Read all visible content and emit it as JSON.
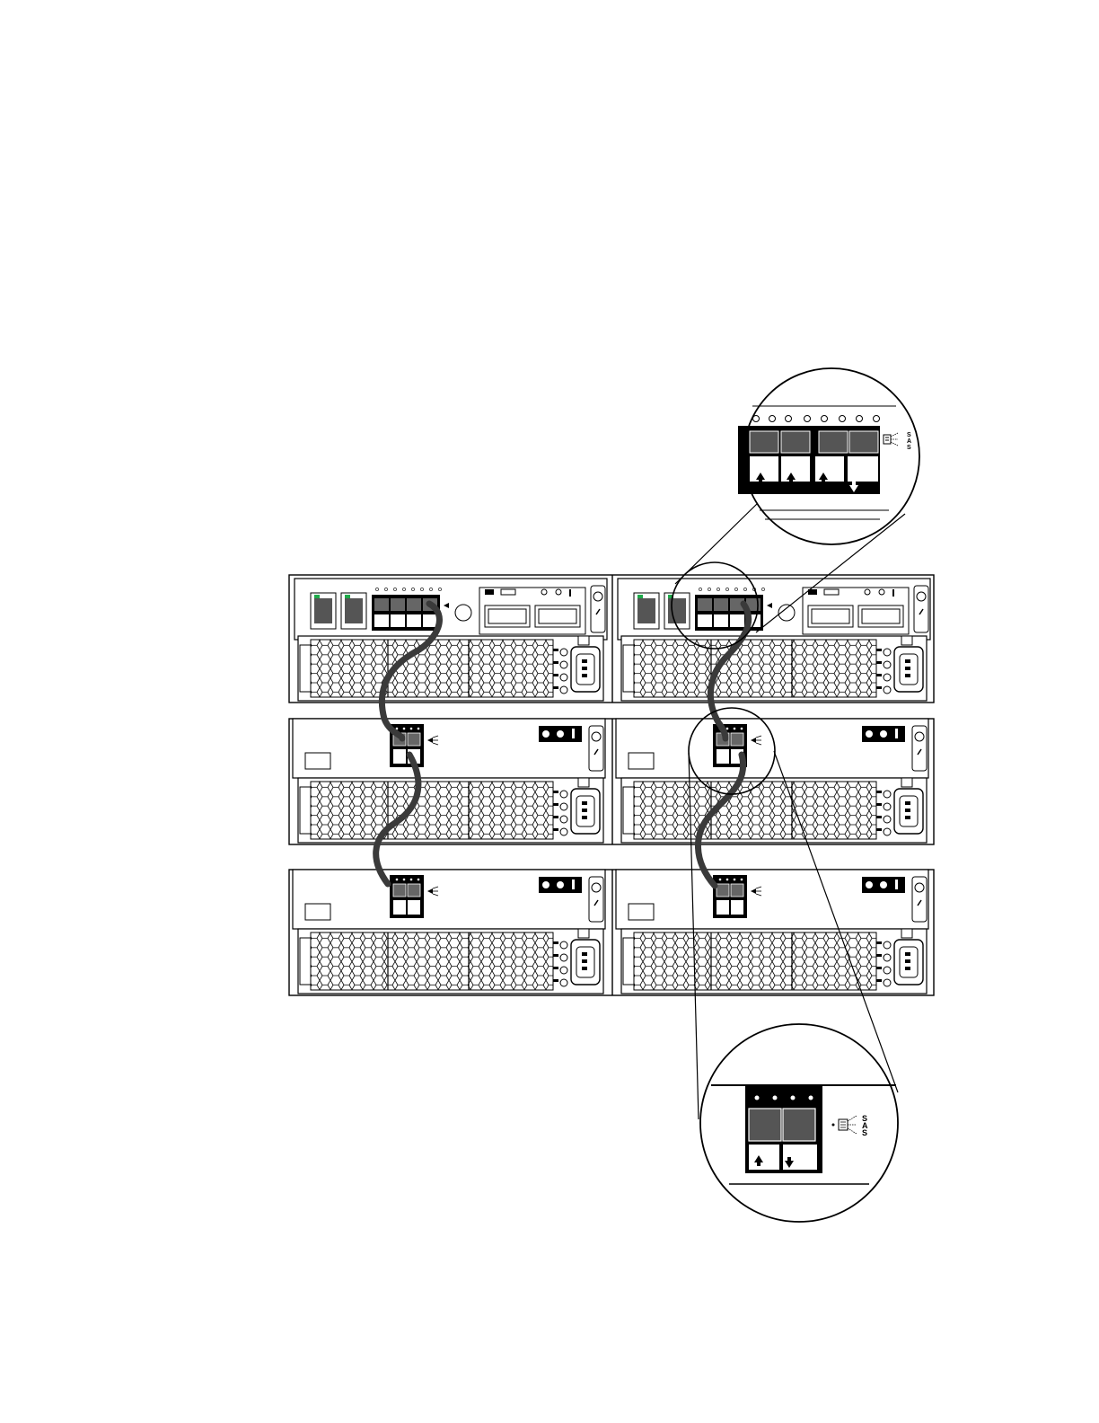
{
  "diagram": {
    "sas_label_letters": [
      "S",
      "A",
      "S"
    ],
    "colors": {
      "stroke": "#000000",
      "cable": "#3a3a3a",
      "port_fill": "#555555",
      "led_green": "#1faa4a",
      "background": "#ffffff"
    },
    "icons": [
      "sas-port-icon",
      "power-inlet-icon",
      "status-led-icon",
      "release-latch-icon",
      "arrow-up-icon",
      "arrow-down-icon"
    ]
  }
}
